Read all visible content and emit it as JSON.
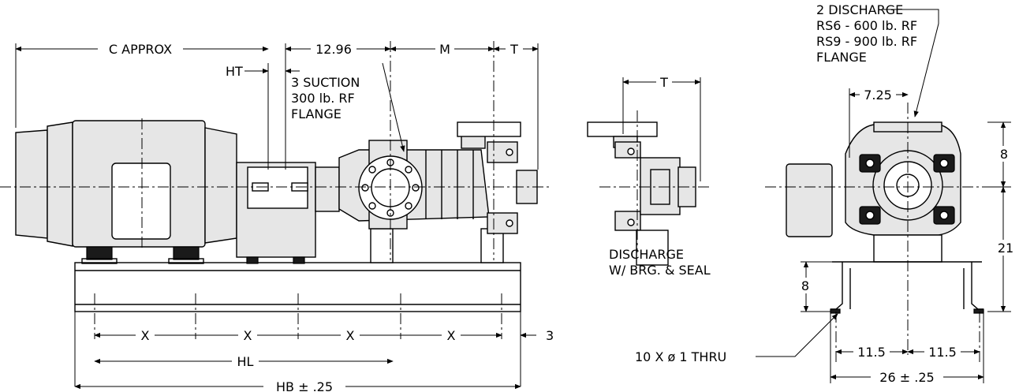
{
  "labels": {
    "c_approx": "C APPROX",
    "ht": "HT",
    "d1296": "12.96",
    "m": "M",
    "t_side": "T",
    "suction_1": "3 SUCTION",
    "suction_2": "300 lb. RF",
    "suction_3": "FLANGE",
    "x1": "X",
    "x2": "X",
    "x3": "X",
    "x4": "X",
    "three": "3",
    "hl": "HL",
    "hb": "HB ± .25",
    "t_mid": "T",
    "discharge_1": "DISCHARGE",
    "discharge_2": "W/ BRG. & SEAL",
    "discharge_top_1": "2 DISCHARGE",
    "discharge_top_2": "RS6 - 600 lb. RF",
    "discharge_top_3": "RS9 - 900 lb. RF",
    "discharge_top_4": "FLANGE",
    "d725": "7.25",
    "d8_top": "8",
    "d21": "21",
    "d8_left": "8",
    "holes": "10 X ø 1 THRU",
    "d115_l": "11.5",
    "d115_r": "11.5",
    "d26": "26 ± .25"
  }
}
